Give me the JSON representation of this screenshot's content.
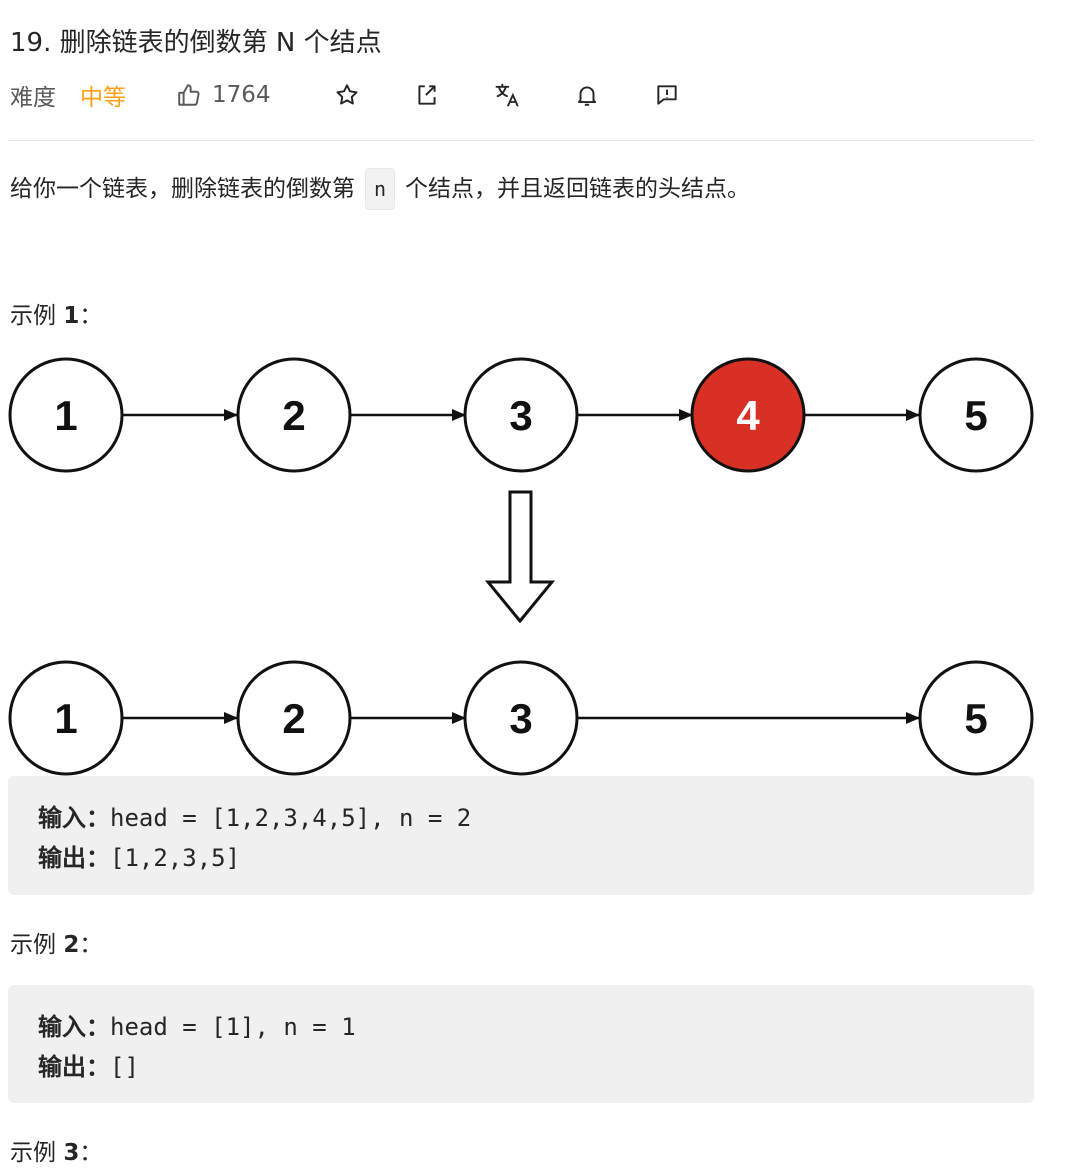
{
  "problem": {
    "title": "19. 删除链表的倒数第 N 个结点",
    "difficulty_label": "难度",
    "difficulty": "中等",
    "likes": "1764",
    "icons": [
      "thumbs-up-icon",
      "star-icon",
      "share-icon",
      "translate-icon",
      "bell-icon",
      "feedback-icon"
    ]
  },
  "description": {
    "before": "给你一个链表，删除链表的倒数第",
    "code": "n",
    "after": "个结点，并且返回链表的头结点。"
  },
  "examples": [
    {
      "title_prefix": "示例 ",
      "number": "1",
      "colon": "：",
      "input_label": "输入：",
      "input": "head = [1,2,3,4,5], n = 2",
      "output_label": "输出：",
      "output": "[1,2,3,5]"
    },
    {
      "title_prefix": "示例 ",
      "number": "2",
      "colon": "：",
      "input_label": "输入：",
      "input": "head = [1], n = 1",
      "output_label": "输出：",
      "output": "[]"
    },
    {
      "title_prefix": "示例 ",
      "number": "3",
      "colon": "："
    }
  ],
  "diagram": {
    "before_nodes": [
      "1",
      "2",
      "3",
      "4",
      "5"
    ],
    "removed_index": 3,
    "after_nodes": [
      "1",
      "2",
      "3",
      "5"
    ],
    "removed_color": "#d93025",
    "node_color": "#ffffff",
    "stroke_color": "#111111"
  },
  "colors": {
    "accent": "#ffa116",
    "code_bg": "#f0f0f0"
  }
}
